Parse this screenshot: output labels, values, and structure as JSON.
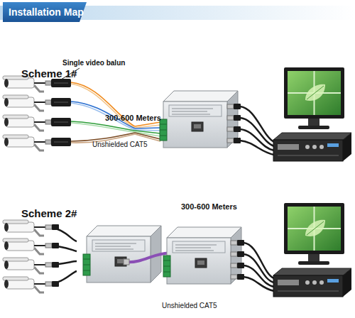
{
  "diagram": {
    "title": "Installation Map",
    "labels": [
      "Scheme 1#",
      "Single video balun",
      "300-600 Meters",
      "Unshielded CAT5",
      "Scheme 2#",
      "300-600 Meters",
      "Unshielded CAT5"
    ]
  }
}
